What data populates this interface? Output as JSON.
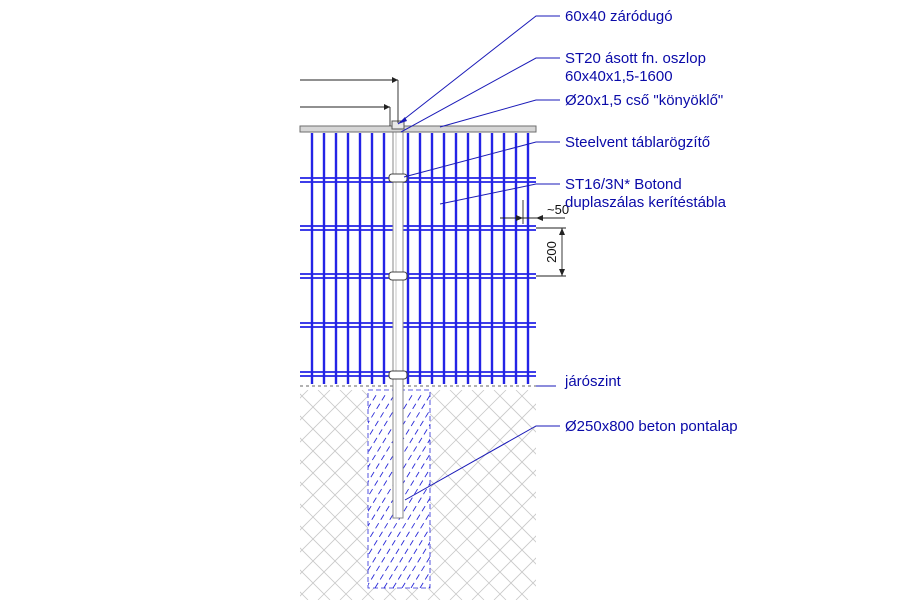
{
  "labels": {
    "cap": "60x40 záródugó",
    "post_line1": "ST20 ásott fn. oszlop",
    "post_line2": "60x40x1,5-1600",
    "pipe": "Ø20x1,5 cső \"könyöklő\"",
    "clamp": "Steelvent táblarögzítő",
    "panel_line1": "ST16/3N* Botond",
    "panel_line2": "duplaszálas kerítéstábla",
    "ground": "járószint",
    "foundation": "Ø250x800 beton pontalap"
  },
  "dimensions": {
    "edge_gap": "~50",
    "wire_spacing": "200"
  },
  "colors": {
    "wire": "#2323e6",
    "leader": "#1a1ab8",
    "text": "#0a0aa8",
    "post": "#9a9a9a",
    "soil": "#c8c8c8",
    "concrete_hatch": "#2a2ad8"
  }
}
